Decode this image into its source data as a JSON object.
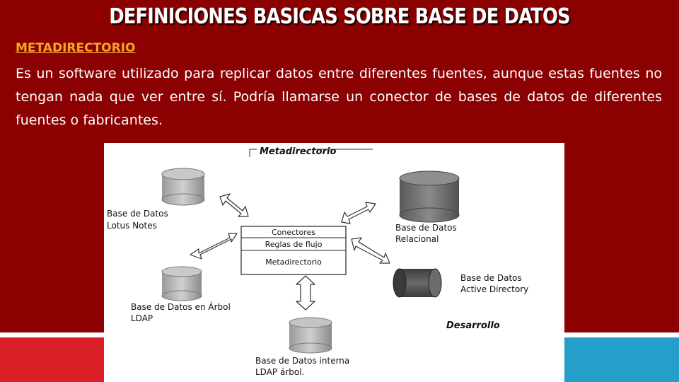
{
  "slide": {
    "title": "DEFINICIONES BASICAS SOBRE BASE DE DATOS",
    "subtitle": "METADIRECTORIO",
    "paragraph": "Es un software utilizado para replicar datos entre diferentes fuentes, aunque estas fuentes no tengan nada que ver entre sí. Podría llamarse un conector de bases de datos de diferentes fuentes o fabricantes.",
    "colors": {
      "background": "#8b0000",
      "subtitle": "#f5a623",
      "footer_left": "#d91e26",
      "footer_right": "#239fc9"
    }
  },
  "diagram": {
    "title": "Metadirectorio",
    "footer_label": "Desarrollo",
    "center": {
      "rows": [
        "Conectores",
        "Reglas de flujo",
        "Metadirectorio"
      ]
    },
    "nodes": {
      "lotus": {
        "line1": "Base de Datos",
        "line2": "Lotus Notes"
      },
      "relacional": {
        "line1": "Base de Datos",
        "line2": "Relacional"
      },
      "active_directory": {
        "line1": "Base de Datos",
        "line2": "Active Directory"
      },
      "arbol": {
        "line1": "Base de Datos en Árbol",
        "line2": "LDAP"
      },
      "interna": {
        "line1": "Base de Datos interna",
        "line2": "LDAP árbol."
      }
    }
  }
}
